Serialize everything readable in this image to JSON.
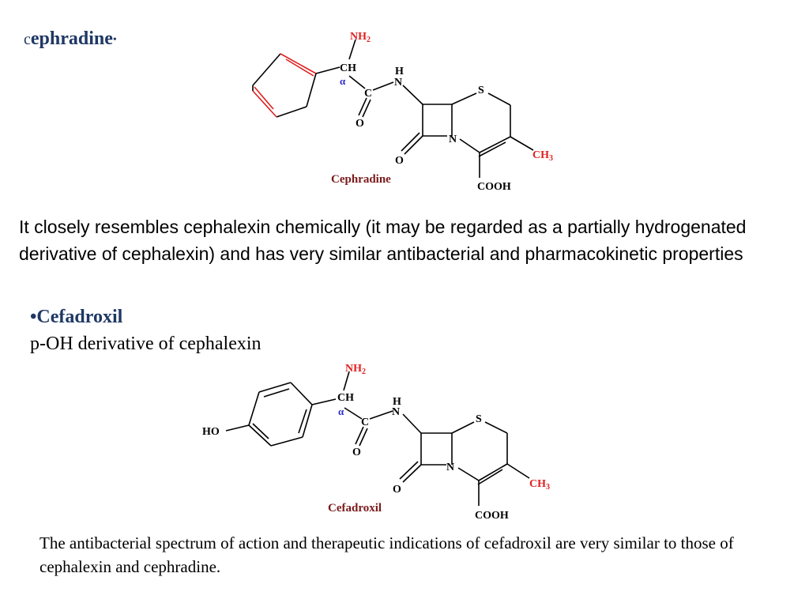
{
  "headings": {
    "cephradine_prefix": "c",
    "cephradine_rest": "ephradine",
    "cephradine_dot": "•",
    "cefadroxil": "•Cefadroxil",
    "cefadroxil_sub": "p-OH derivative of cephalexin"
  },
  "paragraphs": {
    "p1": "It closely resembles cephalexin chemically (it may be regarded as a partially hydrogenated derivative of cephalexin) and has very similar antibacterial and pharmacokinetic properties",
    "p2": "The antibacterial spectrum of action and therapeutic indications of cefadroxil are very similar to those of cephalexin and cephradine."
  },
  "cephradine_structure": {
    "caption": "Cephradine",
    "nh2_main": "NH",
    "nh2_sub": "2",
    "ch": "CH",
    "alpha": "α",
    "h": "H",
    "n_amide": "N",
    "c": "C",
    "o_carbonyl": "O",
    "s": "S",
    "n_ring": "N",
    "o_lactam": "O",
    "ch3_main": "CH",
    "ch3_sub": "3",
    "cooh": "COOH"
  },
  "cefadroxil_structure": {
    "caption": "Cefadroxil",
    "ho": "HO",
    "nh2_main": "NH",
    "nh2_sub": "2",
    "ch": "CH",
    "alpha": "α",
    "h": "H",
    "n_amide": "N",
    "c": "C",
    "o_carbonyl": "O",
    "s": "S",
    "n_ring": "N",
    "o_lactam": "O",
    "ch3_main": "CH",
    "ch3_sub": "3",
    "cooh": "COOH"
  },
  "colors": {
    "heading": "#1f3864",
    "red_label": "#e02020",
    "alpha_blue": "#2a2ad0",
    "caption": "#7a1a1a"
  }
}
